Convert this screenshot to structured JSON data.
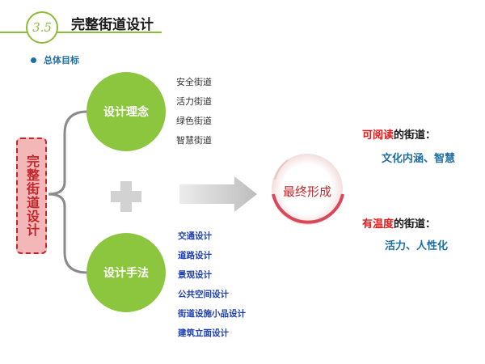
{
  "header": {
    "section_number": "3.5",
    "title": "完整街道设计",
    "subtitle": "总体目标"
  },
  "left_box": {
    "label": "完整街道设计"
  },
  "concept": {
    "label": "设计理念",
    "items": [
      "安全街道",
      "活力街道",
      "绿色街道",
      "智慧街道"
    ]
  },
  "methods": {
    "label": "设计手法",
    "items": [
      "交通设计",
      "道路设计",
      "景观设计",
      "公共空间设计",
      "街道设施小品设计",
      "建筑立面设计"
    ]
  },
  "result": {
    "label": "最终形成"
  },
  "goals": [
    {
      "highlight": "可阅读",
      "suffix": "的街道：",
      "detail": "文化内涵、智慧"
    },
    {
      "highlight": "有温度",
      "suffix": "的街道：",
      "detail": "活力、人性化"
    }
  ],
  "colors": {
    "accent_green": "#8cc63f",
    "accent_red": "#c0272d",
    "text_blue": "#1f6ea0",
    "list_blue": "#1e3fae"
  }
}
